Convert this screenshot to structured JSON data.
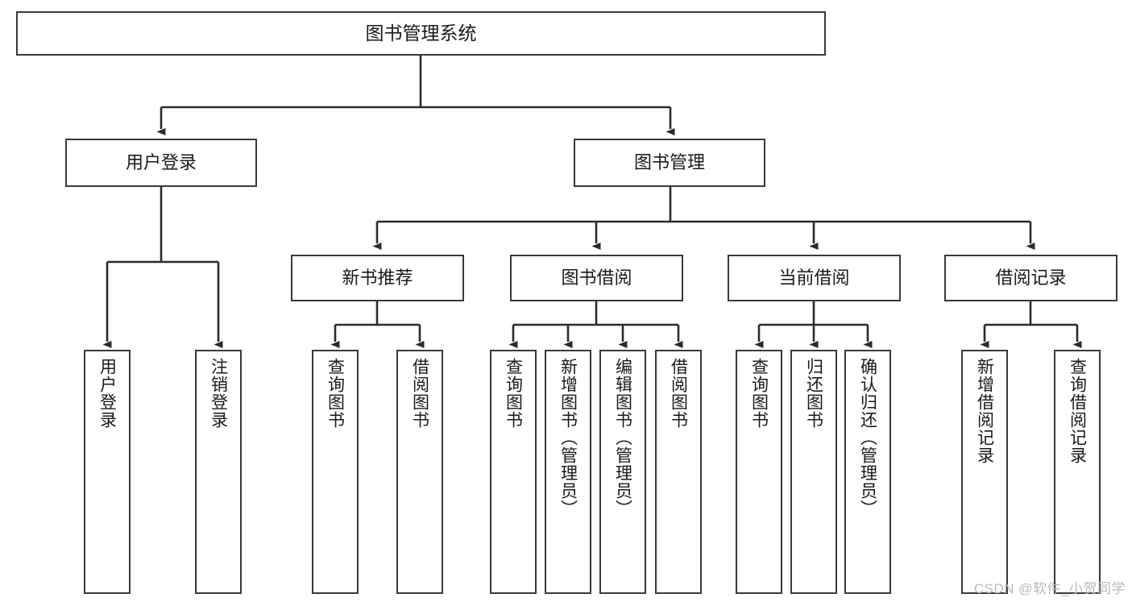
{
  "diagram": {
    "type": "tree-hierarchy",
    "title": "图书管理系统",
    "orientation": "top-down",
    "watermark": "CSDN @软件_小贺同学",
    "colors": {
      "background": "#ffffff",
      "box_border": "#3a3a3a",
      "box_fill": "#ffffff",
      "connector": "#2b2b2b",
      "text": "#1a1a1a",
      "watermark": "#b9b9b9"
    },
    "nodes": {
      "root": {
        "label": "图书管理系统",
        "level": 0
      },
      "user_login": {
        "label": "用户登录",
        "level": 1
      },
      "book_manage": {
        "label": "图书管理",
        "level": 1
      },
      "new_book_rec": {
        "label": "新书推荐",
        "level": 2
      },
      "book_borrow": {
        "label": "图书借阅",
        "level": 2
      },
      "current_borrow": {
        "label": "当前借阅",
        "level": 2
      },
      "borrow_record": {
        "label": "借阅记录",
        "level": 2
      },
      "leaf_user_login": {
        "label": "用户登录",
        "level": 2
      },
      "leaf_logout": {
        "label": "注销登录",
        "level": 2
      },
      "leaf_query_book_1": {
        "label": "查询图书",
        "level": 3
      },
      "leaf_borrow_book_1": {
        "label": "借阅图书",
        "level": 3
      },
      "leaf_query_book_2": {
        "label": "查询图书",
        "level": 3
      },
      "leaf_add_book": {
        "label": "新增图书（管理员）",
        "level": 3
      },
      "leaf_edit_book": {
        "label": "编辑图书（管理员）",
        "level": 3
      },
      "leaf_borrow_book_2": {
        "label": "借阅图书",
        "level": 3
      },
      "leaf_query_book_3": {
        "label": "查询图书",
        "level": 3
      },
      "leaf_return_book": {
        "label": "归还图书",
        "level": 3
      },
      "leaf_confirm_return": {
        "label": "确认归还（管理员）",
        "level": 3
      },
      "leaf_add_record": {
        "label": "新增借阅记录",
        "level": 3
      },
      "leaf_query_record": {
        "label": "查询借阅记录",
        "level": 3
      }
    },
    "edges": [
      {
        "from": "root",
        "to": "user_login"
      },
      {
        "from": "root",
        "to": "book_manage"
      },
      {
        "from": "user_login",
        "to": "leaf_user_login"
      },
      {
        "from": "user_login",
        "to": "leaf_logout"
      },
      {
        "from": "book_manage",
        "to": "new_book_rec"
      },
      {
        "from": "book_manage",
        "to": "book_borrow"
      },
      {
        "from": "book_manage",
        "to": "current_borrow"
      },
      {
        "from": "book_manage",
        "to": "borrow_record"
      },
      {
        "from": "new_book_rec",
        "to": "leaf_query_book_1"
      },
      {
        "from": "new_book_rec",
        "to": "leaf_borrow_book_1"
      },
      {
        "from": "book_borrow",
        "to": "leaf_query_book_2"
      },
      {
        "from": "book_borrow",
        "to": "leaf_add_book"
      },
      {
        "from": "book_borrow",
        "to": "leaf_edit_book"
      },
      {
        "from": "book_borrow",
        "to": "leaf_borrow_book_2"
      },
      {
        "from": "current_borrow",
        "to": "leaf_query_book_3"
      },
      {
        "from": "current_borrow",
        "to": "leaf_return_book"
      },
      {
        "from": "current_borrow",
        "to": "leaf_confirm_return"
      },
      {
        "from": "borrow_record",
        "to": "leaf_add_record"
      },
      {
        "from": "borrow_record",
        "to": "leaf_query_record"
      }
    ]
  }
}
